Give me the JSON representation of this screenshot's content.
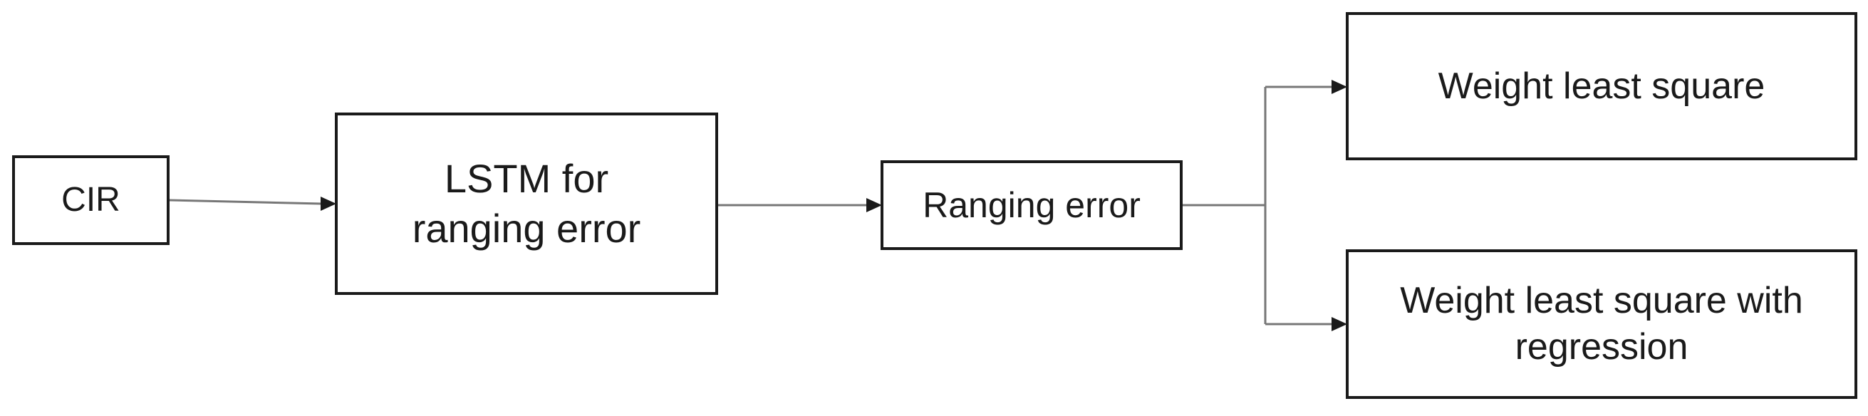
{
  "diagram": {
    "nodes": {
      "cir": {
        "lines": [
          "CIR"
        ]
      },
      "lstm": {
        "lines": [
          "LSTM for",
          "ranging error"
        ]
      },
      "ranging_error": {
        "lines": [
          "Ranging error"
        ]
      },
      "wls": {
        "lines": [
          "Weight least square"
        ]
      },
      "wls_regression": {
        "lines": [
          "Weight least square with",
          "regression"
        ]
      }
    },
    "edges": [
      {
        "from": "CIR",
        "to": "LSTM for ranging error"
      },
      {
        "from": "LSTM for ranging error",
        "to": "Ranging error"
      },
      {
        "from": "Ranging error",
        "to": "Weight least square"
      },
      {
        "from": "Ranging error",
        "to": "Weight least square with regression"
      }
    ],
    "colors": {
      "stroke": "#1a1a1a",
      "connector": "#777777",
      "background": "#ffffff"
    }
  }
}
